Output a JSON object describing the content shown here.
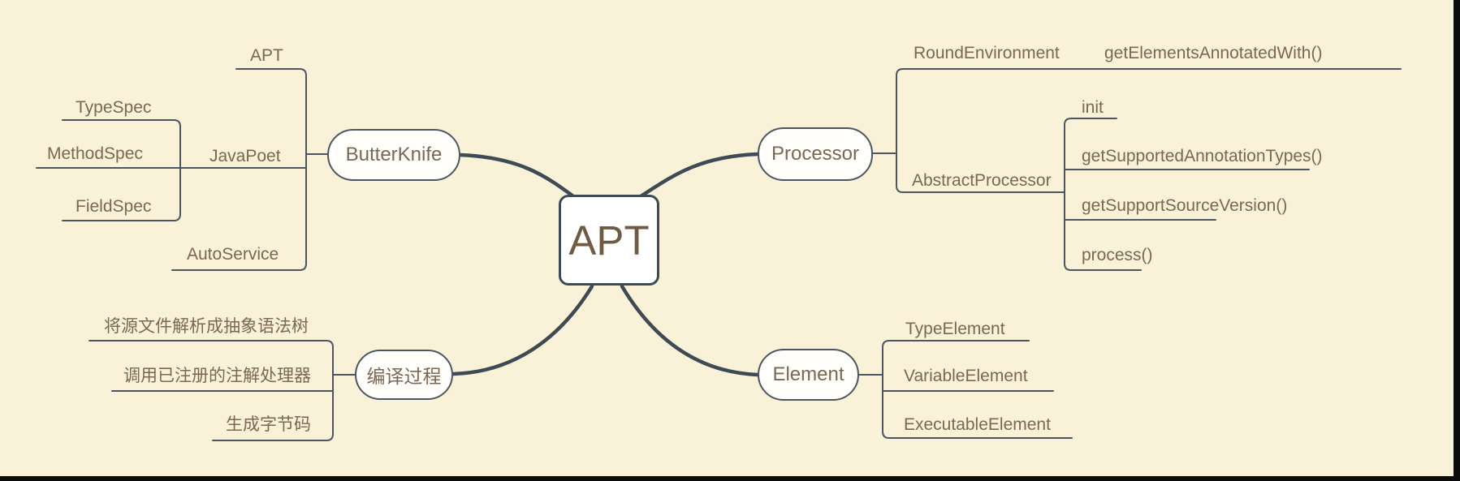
{
  "colors": {
    "background": "#f9f2d8",
    "line_thick": "#3e4a54",
    "line_thin": "#4c5660",
    "text": "#7b6752",
    "root_text": "#6e5b41",
    "node_fill": "#fffefb",
    "frame": "#0b0b0b"
  },
  "mindmap": {
    "root": {
      "label": "APT"
    },
    "butterknife": {
      "label": "ButterKnife",
      "apt": {
        "label": "APT"
      },
      "javapoet": {
        "label": "JavaPoet",
        "typespec": {
          "label": "TypeSpec"
        },
        "methodspec": {
          "label": "MethodSpec"
        },
        "fieldspec": {
          "label": "FieldSpec"
        }
      },
      "autoservice": {
        "label": "AutoService"
      }
    },
    "processor": {
      "label": "Processor",
      "roundenvironment": {
        "label": "RoundEnvironment",
        "get_elements_annotated_with": {
          "label": "getElementsAnnotatedWith()"
        }
      },
      "abstractprocessor": {
        "label": "AbstractProcessor",
        "init": {
          "label": "init"
        },
        "get_supported_annotation_types": {
          "label": "getSupportedAnnotationTypes()"
        },
        "get_support_source_version": {
          "label": "getSupportSourceVersion()"
        },
        "process": {
          "label": "process()"
        }
      }
    },
    "compile_process": {
      "label": "编译过程",
      "step_parse": {
        "label": "将源文件解析成抽象语法树"
      },
      "step_invoke": {
        "label": "调用已注册的注解处理器"
      },
      "step_bytecode": {
        "label": "生成字节码"
      }
    },
    "element": {
      "label": "Element",
      "typeelement": {
        "label": "TypeElement"
      },
      "variableelement": {
        "label": "VariableElement"
      },
      "executableelement": {
        "label": "ExecutableElement"
      }
    }
  }
}
